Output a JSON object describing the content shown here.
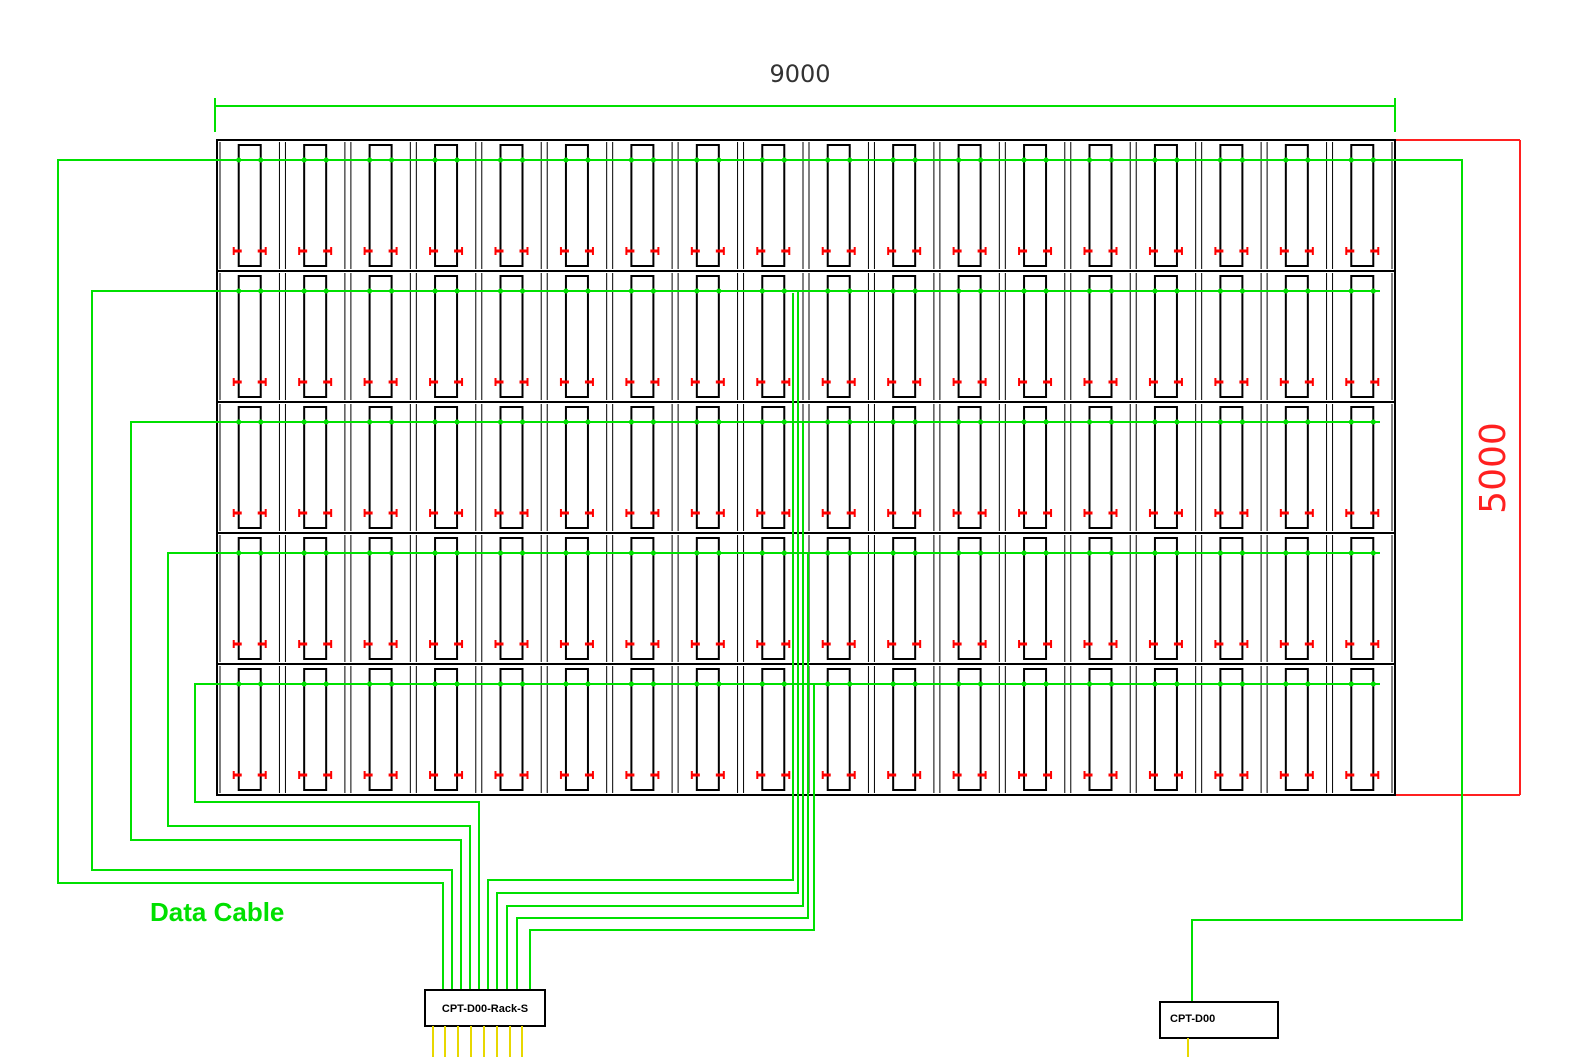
{
  "diagram": {
    "width_dimension": "9000",
    "height_dimension": "5000",
    "cable_label": "Data Cable",
    "main_controller_label": "CPT-D00-Rack-S",
    "aux_controller_label": "CPT-D00",
    "grid": {
      "rows": 5,
      "columns": 18
    },
    "colors": {
      "data_cable": "#00e000",
      "dimension_height": "#ff2020",
      "dimension_width": "#00e000",
      "panel_outline": "#000000",
      "power_cable": "#e8d800",
      "connector_bottom": "#ff0000"
    }
  }
}
